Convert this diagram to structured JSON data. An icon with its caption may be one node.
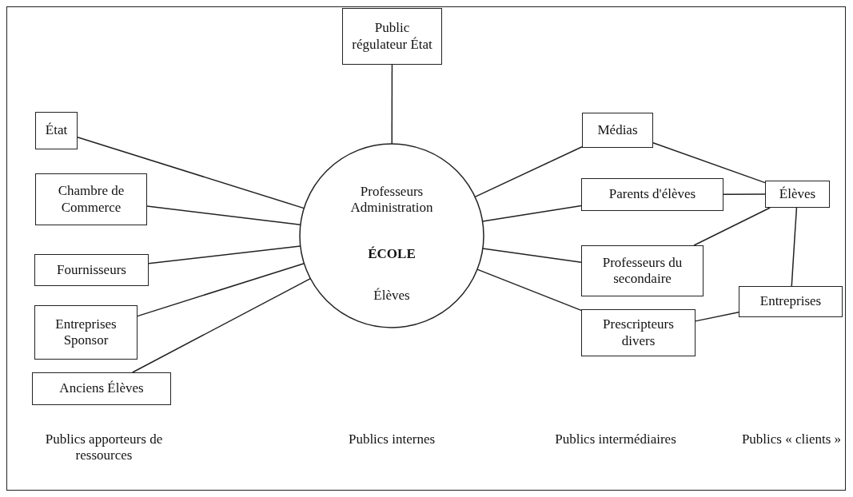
{
  "diagram": {
    "nodes": [
      {
        "text": [
          "Public régulateur État"
        ]
      },
      {
        "text": [
          "Professeurs Administration",
          "ÉCOLE",
          "Élèves"
        ]
      },
      {
        "text": [
          "État"
        ]
      },
      {
        "text": [
          "Chambre de Commerce"
        ]
      },
      {
        "text": [
          "Fournisseurs"
        ]
      },
      {
        "text": [
          "Entreprises Sponsor"
        ]
      },
      {
        "text": [
          "Anciens Élèves"
        ]
      },
      {
        "text": [
          "Médias"
        ]
      },
      {
        "text": [
          "Parents d'élèves"
        ]
      },
      {
        "text": [
          "Professeurs du secondaire"
        ]
      },
      {
        "text": [
          "Prescripteurs divers"
        ]
      },
      {
        "text": [
          "Élèves"
        ]
      },
      {
        "text": [
          "Entreprises"
        ]
      }
    ],
    "edges": [
      {
        "from": 0,
        "to": 1,
        "arrow": "none"
      },
      {
        "from": 2,
        "to": 1,
        "arrow": "none"
      },
      {
        "from": 3,
        "to": 1,
        "arrow": "none"
      },
      {
        "from": 4,
        "to": 1,
        "arrow": "none"
      },
      {
        "from": 5,
        "to": 1,
        "arrow": "none"
      },
      {
        "from": 6,
        "to": 1,
        "arrow": "none"
      },
      {
        "from": 7,
        "to": 1,
        "arrow": "none"
      },
      {
        "from": 8,
        "to": 1,
        "arrow": "none"
      },
      {
        "from": 9,
        "to": 1,
        "arrow": "none"
      },
      {
        "from": 10,
        "to": 1,
        "arrow": "none"
      },
      {
        "from": 7,
        "to": 11,
        "arrow": "none"
      },
      {
        "from": 11,
        "to": 8,
        "arrow": "none"
      },
      {
        "from": 11,
        "to": 9,
        "arrow": "none"
      },
      {
        "from": 11,
        "to": 12,
        "arrow": "none"
      },
      {
        "from": 12,
        "to": 10,
        "arrow": "none"
      }
    ],
    "labels": [
      "Publics apporteurs de ressources",
      "Publics internes",
      "Publics intermédiaires",
      "Publics « clients »"
    ]
  }
}
